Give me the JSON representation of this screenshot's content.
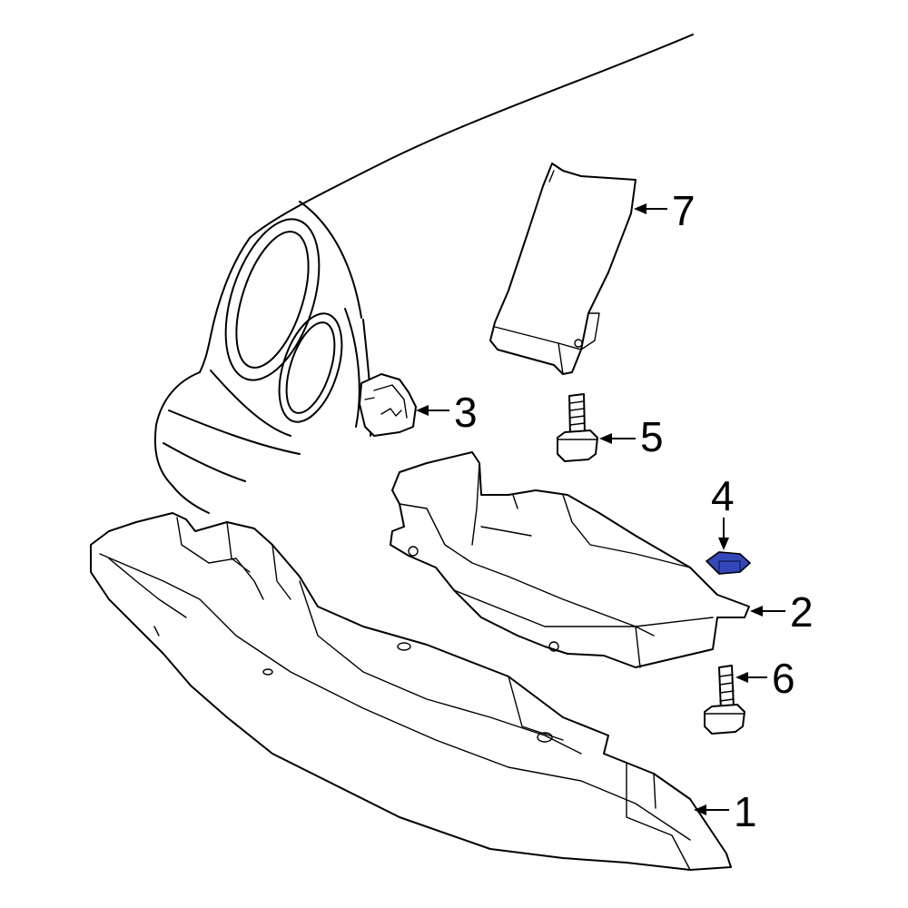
{
  "callouts": {
    "c1": "1",
    "c2": "2",
    "c3": "3",
    "c4": "4",
    "c5": "5",
    "c6": "6",
    "c7": "7"
  },
  "highlight": {
    "part": "4",
    "color": "#3347b8"
  }
}
